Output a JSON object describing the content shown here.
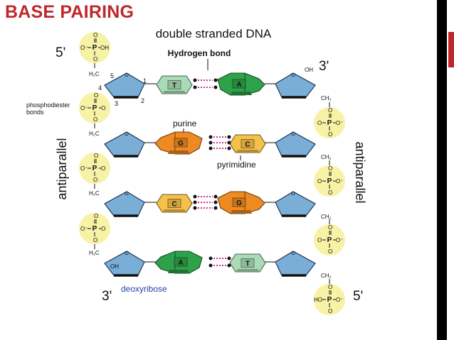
{
  "slide_title": "BASE PAIRING",
  "diagram": {
    "heading": "double stranded DNA",
    "hbond_label": "Hydrogen bond",
    "end_labels": {
      "top_left": "5'",
      "top_right": "3'",
      "bottom_left": "3'",
      "bottom_right": "5'"
    },
    "side_labels": {
      "left": "antiparallel",
      "right": "antiparallel"
    },
    "phosphodiester_label": [
      "phosphodiester",
      "bonds"
    ],
    "purine_label": "purine",
    "pyrimidine_label": "pyrimidine",
    "deoxyribose_label": "deoxyribose",
    "carbon_numbers": [
      "5",
      "4",
      "3",
      "2",
      "1"
    ],
    "base_pairs": [
      {
        "left": "T",
        "right": "A"
      },
      {
        "left": "G",
        "right": "C"
      },
      {
        "left": "C",
        "right": "G"
      },
      {
        "left": "A",
        "right": "T"
      }
    ],
    "atoms": {
      "P": "P",
      "O": "O",
      "OH": "OH",
      "HO": "HO",
      "O_minus": "O⁻",
      "H2C": "H₂C",
      "CH2": "CH₂"
    },
    "colors": {
      "title_red": "#c0272d",
      "sugar_blue": "#7aaed6",
      "purine_orange": "#ee8a22",
      "pyrimidine_yellow": "#f6c14a",
      "adenine_green": "#2ea24a",
      "thymine_lightgreen": "#a9dcb6",
      "phosphate_yellow": "#f7f2a6",
      "hbond_pink": "#d1338e",
      "deoxyribose_blue": "#2b43a6"
    }
  }
}
